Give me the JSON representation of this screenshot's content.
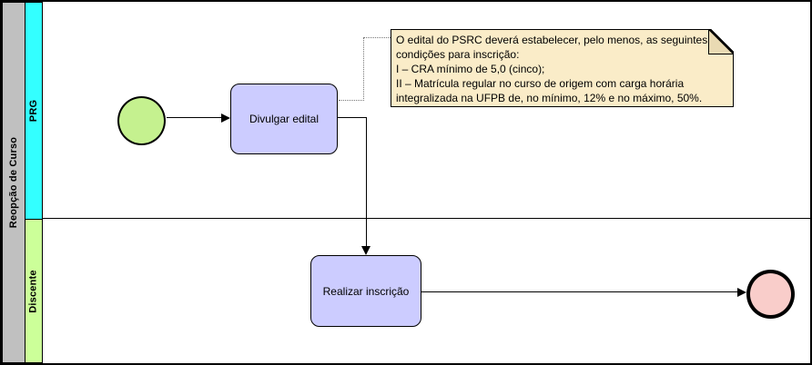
{
  "pool": {
    "label": "Reopção de Curso",
    "header_color": "#C0C0C0",
    "lanes": [
      {
        "label": "PRG",
        "color": "#33FFFF"
      },
      {
        "label": "Discente",
        "color": "#CCFF99"
      }
    ]
  },
  "process": {
    "start_event": {
      "shape": "circle",
      "color": "#C5F18F",
      "lane": "PRG"
    },
    "tasks": [
      {
        "label": "Divulgar edital",
        "lane": "PRG",
        "color": "#CCCCFF"
      },
      {
        "label": "Realizar inscrição",
        "lane": "Discente",
        "color": "#CCCCFF"
      }
    ],
    "end_event": {
      "shape": "circle",
      "color": "#F9CDCA",
      "lane": "Discente"
    },
    "flows": [
      {
        "from": "start-event",
        "to": "Divulgar edital"
      },
      {
        "from": "Divulgar edital",
        "to": "Realizar inscrição"
      },
      {
        "from": "Realizar inscrição",
        "to": "end-event"
      }
    ]
  },
  "annotation": {
    "color": "#FAECC8",
    "attached_to": "Divulgar edital",
    "lines": [
      "O edital do PSRC deverá estabelecer, pelo menos, as seguintes",
      "condições para inscrição:",
      "I – CRA mínimo de 5,0 (cinco);",
      "II – Matrícula regular no curso de origem com carga horária",
      "integralizada na UFPB de, no mínimo, 12% e no máximo, 50%."
    ]
  }
}
